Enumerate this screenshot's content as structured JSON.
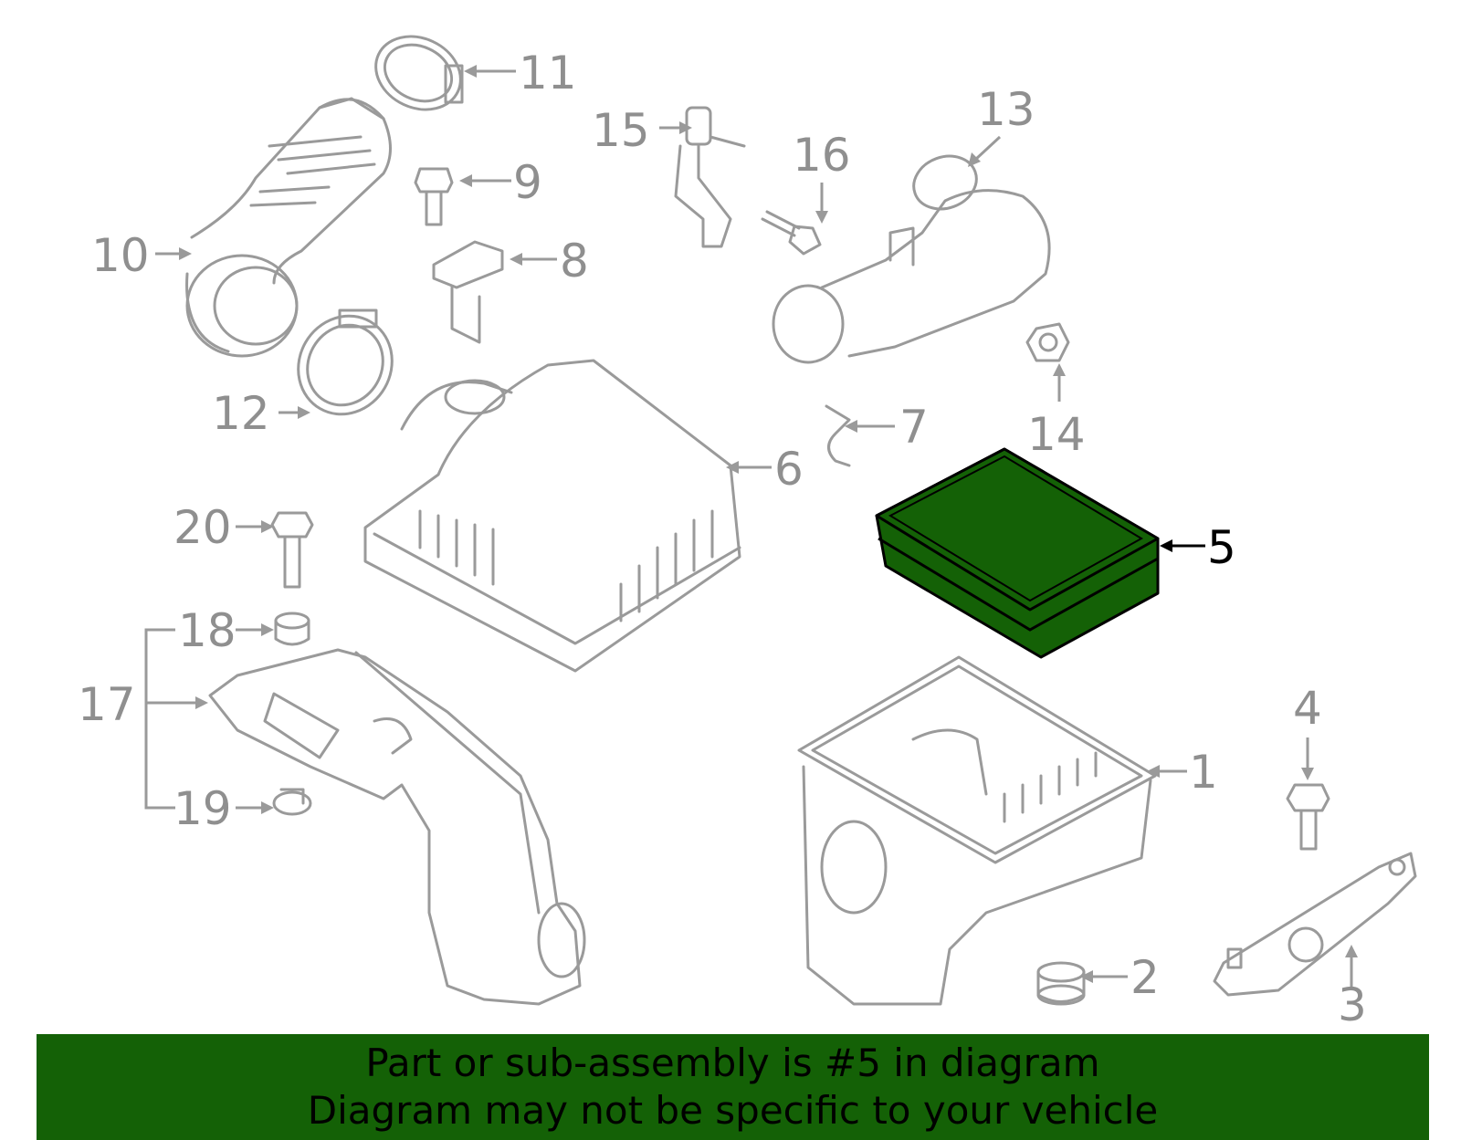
{
  "highlighted_part": "5",
  "callouts": {
    "c1": "1",
    "c2": "2",
    "c3": "3",
    "c4": "4",
    "c5": "5",
    "c6": "6",
    "c7": "7",
    "c8": "8",
    "c9": "9",
    "c10": "10",
    "c11": "11",
    "c12": "12",
    "c13": "13",
    "c14": "14",
    "c15": "15",
    "c16": "16",
    "c17": "17",
    "c18": "18",
    "c19": "19",
    "c20": "20"
  },
  "banner": {
    "line1": "Part or sub-assembly is #5 in diagram",
    "line2": "Diagram may not be specific to your vehicle"
  },
  "colors": {
    "highlight": "#146106",
    "line_gray": "#9a9a9a",
    "banner_bg": "#146106"
  }
}
